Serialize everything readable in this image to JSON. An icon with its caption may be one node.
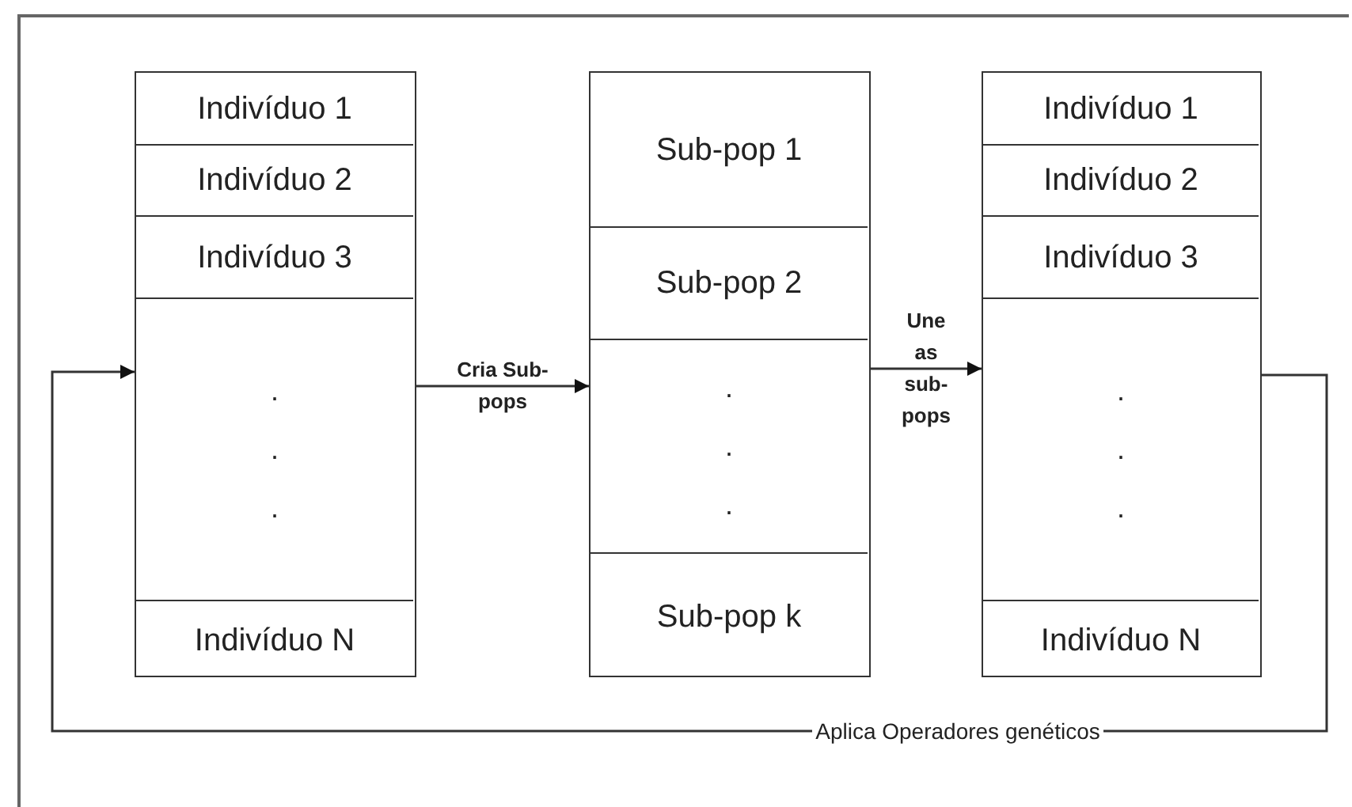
{
  "diagram": {
    "nodes": [
      {
        "text": [],
        "shape": "box"
      },
      {
        "text": [
          "Indivíduo 1"
        ],
        "in": 0
      },
      {
        "text": [
          "Indivíduo 2"
        ],
        "in": 0
      },
      {
        "text": [
          "Indivíduo 3"
        ],
        "in": 0
      },
      {
        "text": [
          ".",
          ".",
          "."
        ],
        "in": 0
      },
      {
        "text": [
          "Indivíduo N"
        ],
        "in": 0
      },
      {
        "text": [],
        "shape": "box"
      },
      {
        "text": [
          "Sub-pop 1"
        ],
        "in": 6
      },
      {
        "text": [
          "Sub-pop 2"
        ],
        "in": 6
      },
      {
        "text": [
          ".",
          ".",
          "."
        ],
        "in": 6
      },
      {
        "text": [
          "Sub-pop k"
        ],
        "in": 6
      },
      {
        "text": [],
        "shape": "box"
      },
      {
        "text": [
          "Indivíduo 1"
        ],
        "in": 11
      },
      {
        "text": [
          "Indivíduo 2"
        ],
        "in": 11
      },
      {
        "text": [
          "Indivíduo 3"
        ],
        "in": 11
      },
      {
        "text": [
          ".",
          ".",
          "."
        ],
        "in": 11
      },
      {
        "text": [
          "Indivíduo N"
        ],
        "in": 11
      }
    ],
    "edges": [
      {
        "from": 0,
        "to": 6,
        "arrow": "to",
        "label": "Cria Sub-pops"
      },
      {
        "from": 6,
        "to": 11,
        "arrow": "to",
        "label": "Une as sub-pops"
      },
      {
        "from": 11,
        "to": 0,
        "arrow": "to",
        "label": "Aplica Operadores genéticos"
      }
    ]
  }
}
